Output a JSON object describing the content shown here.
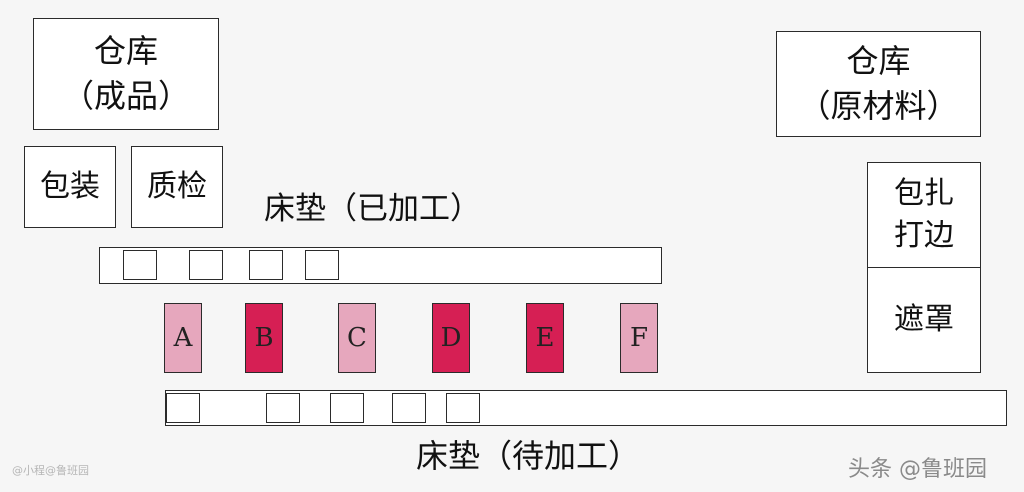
{
  "warehouse_finished": {
    "line1": "仓库",
    "line2": "（成品）"
  },
  "warehouse_raw": {
    "line1": "仓库",
    "line2": "（原材料）"
  },
  "packing": "包装",
  "quality_check": "质检",
  "binding_edging": {
    "line1": "包扎",
    "line2": "打边"
  },
  "mask": "遮罩",
  "processed_mattress": "床垫（已加工）",
  "pending_mattress": "床垫（待加工）",
  "stations": [
    {
      "label": "A",
      "color": "#e6a7bd"
    },
    {
      "label": "B",
      "color": "#d61f54"
    },
    {
      "label": "C",
      "color": "#e6a7bd"
    },
    {
      "label": "D",
      "color": "#d61f54"
    },
    {
      "label": "E",
      "color": "#d61f54"
    },
    {
      "label": "F",
      "color": "#e6a7bd"
    }
  ],
  "watermarks": {
    "left": "@小程@鲁班园",
    "right": "头条 @鲁班园"
  }
}
